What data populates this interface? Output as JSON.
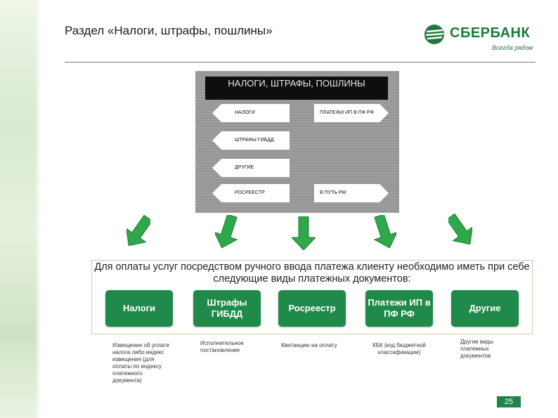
{
  "slide": {
    "title": "Раздел «Налоги, штрафы, пошлины»",
    "page_number": "25"
  },
  "logo": {
    "name": "СБЕРБАНК",
    "tagline": "Всегда рядом",
    "brand_color": "#1d7a3c"
  },
  "kiosk_screen": {
    "header": "НАЛОГИ, ШТРАФЫ, ПОШЛИНЫ",
    "buttons": [
      {
        "label": "НАЛОГИ"
      },
      {
        "label": "ПЛАТЕЖИ ИП В ПФ РФ"
      },
      {
        "label": "ШТРАФЫ ГИБДД"
      },
      {
        "label": "ДРУГИЕ"
      },
      {
        "label": "РОСРЕЕСТР"
      },
      {
        "label": "В ПУТЬ РМ"
      }
    ]
  },
  "info": {
    "text": "Для оплаты услуг посредством ручного ввода платежа клиенту необходимо иметь при себе следующие виды платежных документов:"
  },
  "documents": [
    {
      "title": "Налоги",
      "desc": "Извещение об уплате налога либо индекс извещения (для оплаты по индексу платежного документа)"
    },
    {
      "title": "Штрафы ГИБДД",
      "desc": "Исполнительное постановление"
    },
    {
      "title": "Росреестр",
      "desc": "Квитанцию на оплату"
    },
    {
      "title": "Платежи ИП в ПФ РФ",
      "desc": "КБК (код бюджетной классификации)"
    },
    {
      "title": "Другие",
      "desc": "Другие виды платежных документов"
    }
  ],
  "colors": {
    "accent_green": "#1f8a49",
    "arrow_green": "#2ea84a"
  }
}
